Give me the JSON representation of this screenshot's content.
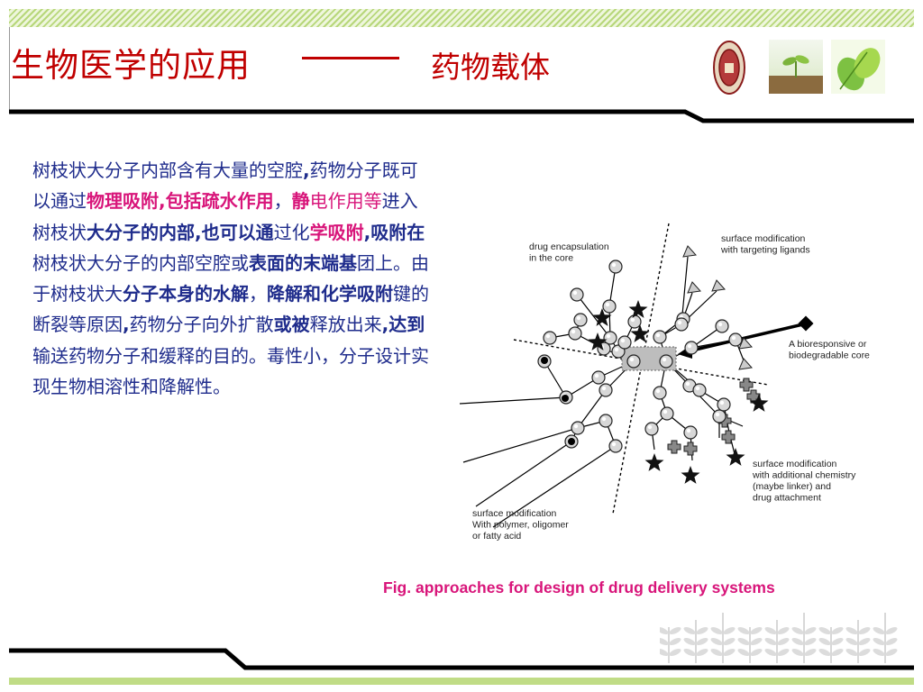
{
  "title": {
    "main": "生物医学的应用",
    "sub": "药物载体"
  },
  "body": {
    "runs": [
      {
        "text": "树枝状大分子内部含有大量的空腔",
        "style": "blue"
      },
      {
        "text": ",",
        "style": "blue-bold"
      },
      {
        "text": "药物分子既可以通过",
        "style": "blue"
      },
      {
        "text": "物理吸附",
        "style": "pink-bold"
      },
      {
        "text": ",包括疏水作用",
        "style": "pink-bold"
      },
      {
        "text": "，",
        "style": "blue"
      },
      {
        "text": "静",
        "style": "pink-bold"
      },
      {
        "text": "电作用等",
        "style": "pink"
      },
      {
        "text": "进入树枝状",
        "style": "blue"
      },
      {
        "text": "大分子的内部",
        "style": "blue-bold"
      },
      {
        "text": ",也可以通",
        "style": "blue-bold"
      },
      {
        "text": "过化",
        "style": "blue"
      },
      {
        "text": "学吸附",
        "style": "pink-bold"
      },
      {
        "text": ",",
        "style": "blue-bold"
      },
      {
        "text": "吸附在",
        "style": "blue-bold"
      },
      {
        "text": "树枝状大分子的内部空腔或",
        "style": "blue"
      },
      {
        "text": "表面的末端基",
        "style": "blue-bold"
      },
      {
        "text": "团上。由于树枝状大",
        "style": "blue"
      },
      {
        "text": "分子本身的水解",
        "style": "blue-bold"
      },
      {
        "text": "，",
        "style": "blue"
      },
      {
        "text": "降解和化学吸附",
        "style": "blue-bold"
      },
      {
        "text": "键的断裂等原因",
        "style": "blue"
      },
      {
        "text": ",",
        "style": "blue-bold"
      },
      {
        "text": "药物分子向外扩散",
        "style": "blue"
      },
      {
        "text": "或被",
        "style": "blue-bold"
      },
      {
        "text": "释放出来",
        "style": "blue"
      },
      {
        "text": ",达到",
        "style": "blue-bold"
      },
      {
        "text": "输送药物分子和缓释的目的。毒性小，分子设计实现生物相溶性和降解性。",
        "style": "blue"
      }
    ]
  },
  "diagram": {
    "labels": {
      "encapsulation": [
        "drug encapsulation",
        "in the core"
      ],
      "targeting": [
        "surface modification",
        "with targeting ligands"
      ],
      "biocore": [
        "A bioresponsive or",
        "biodegradable core"
      ],
      "chemistry": [
        "surface modification",
        "with additional chemistry",
        "(maybe linker) and",
        "drug attachment"
      ],
      "polymer": [
        "surface modification",
        "With polymer, oligomer",
        "or fatty acid"
      ]
    }
  },
  "caption": "Fig. approaches for design of drug delivery systems",
  "colors": {
    "title": "#c00000",
    "body_blue": "#1f2c8c",
    "highlight_pink": "#d8157a",
    "stripe_green": "#b7d77a"
  },
  "icons": [
    "university-seal-icon",
    "sprout-photo",
    "green-leaves-photo",
    "plants-decoration"
  ]
}
